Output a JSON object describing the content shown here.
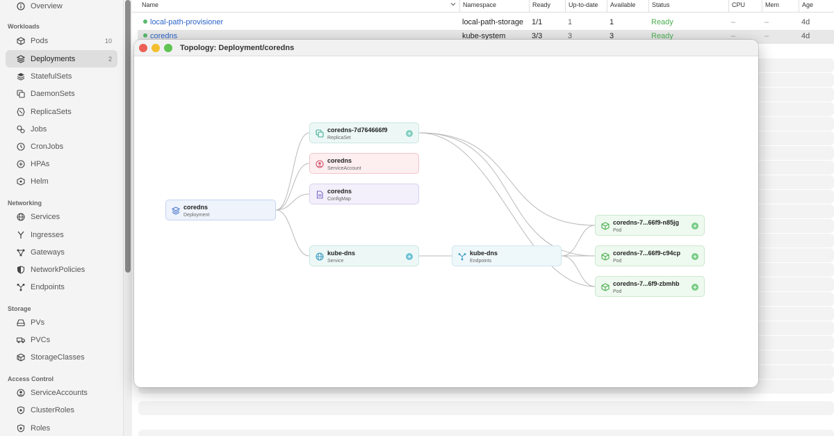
{
  "sidebar": {
    "overview_label": "Overview",
    "sections": {
      "workloads": "Workloads",
      "networking": "Networking",
      "storage": "Storage",
      "access_control": "Access Control"
    },
    "items": [
      {
        "label": "Pods",
        "count": "10",
        "icon": "pod-icon"
      },
      {
        "label": "Deployments",
        "count": "2",
        "icon": "deployment-icon"
      },
      {
        "label": "StatefulSets",
        "icon": "statefulset-icon"
      },
      {
        "label": "DaemonSets",
        "icon": "daemonset-icon"
      },
      {
        "label": "ReplicaSets",
        "icon": "replicaset-icon"
      },
      {
        "label": "Jobs",
        "icon": "job-icon"
      },
      {
        "label": "CronJobs",
        "icon": "cronjob-icon"
      },
      {
        "label": "HPAs",
        "icon": "hpa-icon"
      },
      {
        "label": "Helm",
        "icon": "helm-icon"
      },
      {
        "label": "Services",
        "icon": "service-icon"
      },
      {
        "label": "Ingresses",
        "icon": "ingress-icon"
      },
      {
        "label": "Gateways",
        "icon": "gateway-icon"
      },
      {
        "label": "NetworkPolicies",
        "icon": "network-policy-icon"
      },
      {
        "label": "Endpoints",
        "icon": "endpoints-icon"
      },
      {
        "label": "PVs",
        "icon": "pv-icon"
      },
      {
        "label": "PVCs",
        "icon": "pvc-icon"
      },
      {
        "label": "StorageClasses",
        "icon": "storageclass-icon"
      },
      {
        "label": "ServiceAccounts",
        "icon": "serviceaccount-icon"
      },
      {
        "label": "ClusterRoles",
        "icon": "clusterrole-icon"
      },
      {
        "label": "Roles",
        "icon": "role-icon"
      }
    ]
  },
  "table": {
    "columns": [
      "Name",
      "Namespace",
      "Ready",
      "Up-to-date",
      "Available",
      "Status",
      "CPU",
      "Mem",
      "Age"
    ],
    "rows": [
      {
        "name": "local-path-provisioner",
        "namespace": "local-path-storage",
        "ready": "1/1",
        "uptodate": "1",
        "available": "1",
        "status": "Ready",
        "cpu": "–",
        "mem": "–",
        "age": "4d"
      },
      {
        "name": "coredns",
        "namespace": "kube-system",
        "ready": "3/3",
        "uptodate": "3",
        "available": "3",
        "status": "Ready",
        "cpu": "–",
        "mem": "–",
        "age": "4d"
      }
    ]
  },
  "topology": {
    "title": "Topology: Deployment/coredns",
    "nodes": {
      "deployment": {
        "name": "coredns",
        "kind": "Deployment"
      },
      "replicaset": {
        "name": "coredns-7d764666f9",
        "kind": "ReplicaSet"
      },
      "serviceaccount": {
        "name": "coredns",
        "kind": "ServiceAccount"
      },
      "configmap": {
        "name": "coredns",
        "kind": "ConfigMap"
      },
      "service": {
        "name": "kube-dns",
        "kind": "Service"
      },
      "endpoints": {
        "name": "kube-dns",
        "kind": "Endpoints"
      },
      "pod1": {
        "name": "coredns-7...66f9-n85jg",
        "kind": "Pod"
      },
      "pod2": {
        "name": "coredns-7...66f9-c94cp",
        "kind": "Pod"
      },
      "pod3": {
        "name": "coredns-7...6f9-zbmhb",
        "kind": "Pod"
      }
    },
    "plus_glyph": "+"
  },
  "colors": {
    "close": "#ec5f57",
    "minimize": "#f4bf2e",
    "zoom": "#5fc454",
    "edge": "#b9b9b9",
    "ready": "#4caf50",
    "link": "#2a63c7"
  }
}
